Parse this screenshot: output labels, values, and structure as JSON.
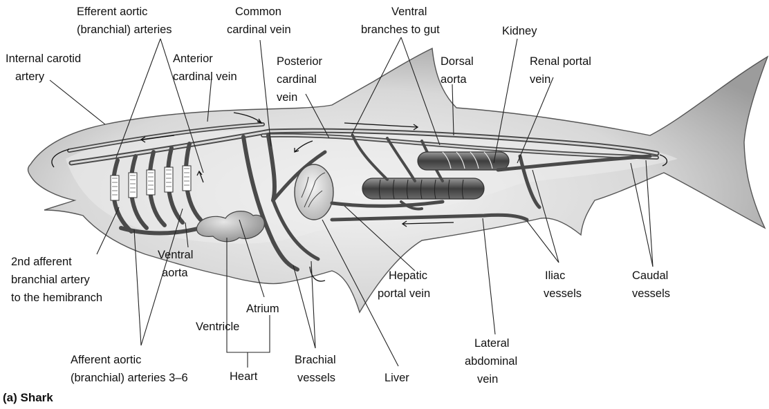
{
  "figure": {
    "caption": "(a) Shark",
    "labels": {
      "efferent_aortic": [
        "Efferent aortic",
        "(branchial) arteries"
      ],
      "common_cardinal": [
        "Common",
        "cardinal vein"
      ],
      "ventral_branches": [
        "Ventral",
        "branches to gut"
      ],
      "kidney": [
        "Kidney"
      ],
      "internal_carotid": [
        "Internal carotid",
        "artery"
      ],
      "anterior_cardinal": [
        "Anterior",
        "cardinal vein"
      ],
      "posterior_cardinal": [
        "Posterior",
        "cardinal",
        "vein"
      ],
      "dorsal_aorta": [
        "Dorsal",
        "aorta"
      ],
      "renal_portal": [
        "Renal portal",
        "vein"
      ],
      "second_afferent": [
        "2nd afferent",
        "branchial artery",
        "to the hemibranch"
      ],
      "ventral_aorta": [
        "Ventral",
        "aorta"
      ],
      "atrium": [
        "Atrium"
      ],
      "ventricle": [
        "Ventricle"
      ],
      "heart": [
        "Heart"
      ],
      "hepatic_portal": [
        "Hepatic",
        "portal vein"
      ],
      "iliac": [
        "Iliac",
        "vessels"
      ],
      "caudal": [
        "Caudal",
        "vessels"
      ],
      "afferent_aortic": [
        "Afferent aortic",
        "(branchial) arteries 3–6"
      ],
      "brachial": [
        "Brachial",
        "vessels"
      ],
      "liver": [
        "Liver"
      ],
      "lateral_abdominal": [
        "Lateral",
        "abdominal",
        "vein"
      ]
    }
  }
}
